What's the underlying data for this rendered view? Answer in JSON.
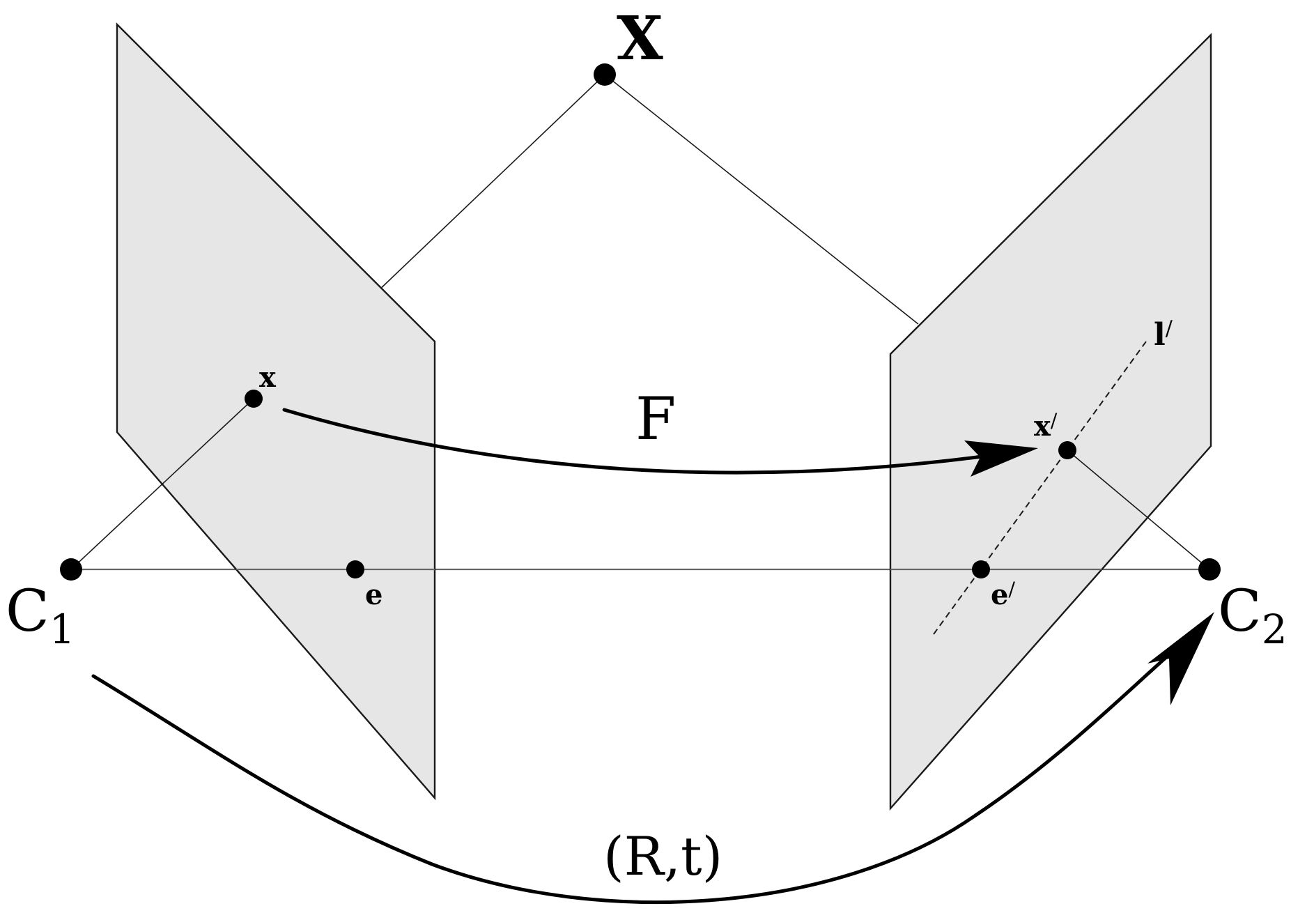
{
  "colors": {
    "background": "#ffffff",
    "plane_fill": "#e6e6e6",
    "stroke": "#1a1a1a",
    "baseline": "#666666",
    "point": "#000000"
  },
  "labels": {
    "world_point": "X",
    "image_point_left": "x",
    "image_point_right": "x",
    "prime": "/",
    "epipole_left": "e",
    "epipole_right": "e",
    "epipolar_line": "l",
    "camera_left": "C",
    "camera_left_sub": "1",
    "camera_right": "C",
    "camera_right_sub": "2",
    "fundamental_matrix": "F",
    "pose": "(R,t)"
  }
}
